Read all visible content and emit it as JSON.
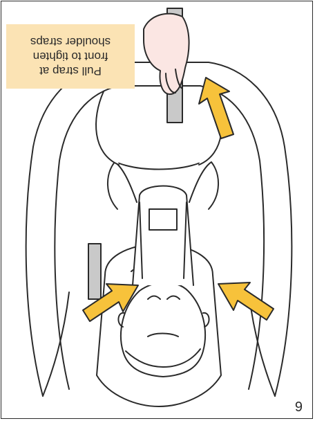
{
  "instruction": {
    "lines": [
      "Pull strap at",
      "front to tighten",
      "shoulder straps"
    ]
  },
  "page": {
    "number": "9"
  },
  "colors": {
    "outline": "#2a2a2a",
    "arrow_fill": "#f7c23b",
    "callout_bg": "#fbe3b4",
    "skin": "#fbe6e3",
    "strap_grey": "#c9c9c9"
  }
}
